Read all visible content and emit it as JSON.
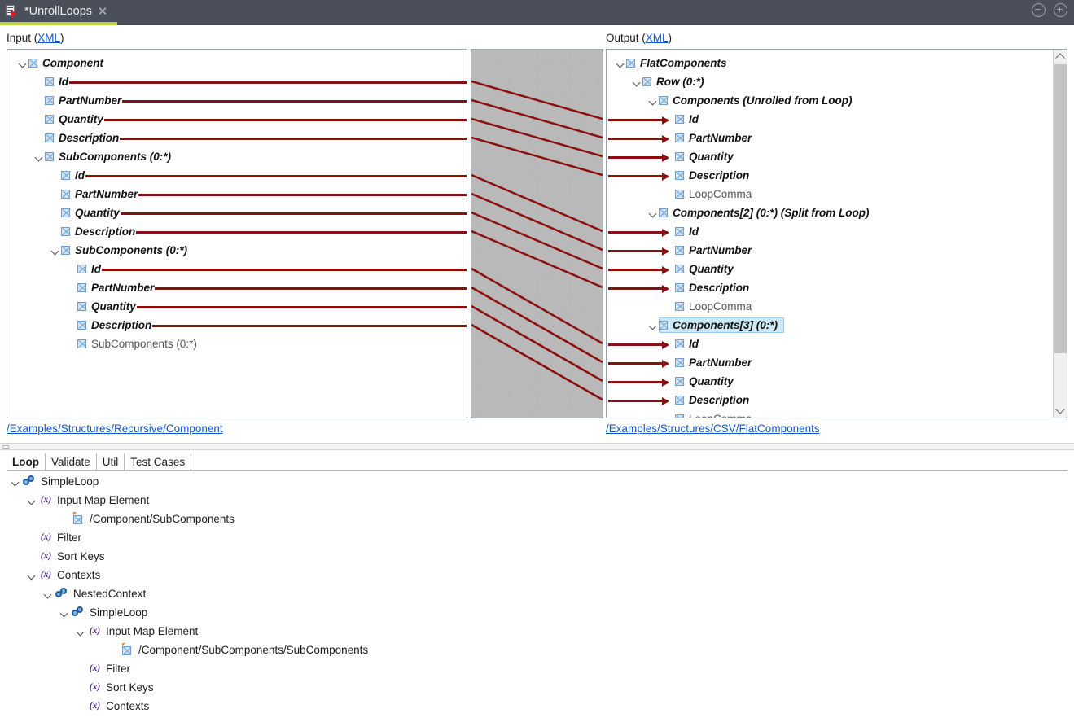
{
  "window": {
    "tab_title": "*UnrollLoops",
    "tab_icon": "mapping-document-icon",
    "close_icon": "close-icon",
    "minimize_icon": "minimize-circle-icon",
    "maximize_icon": "maximize-circle-icon",
    "accent_color": "#b6d335",
    "titlebar_color": "#4a4f5a"
  },
  "input_panel": {
    "caption_text": "Input (",
    "caption_link": "XML",
    "caption_close": ")",
    "path": "/Examples/Structures/Recursive/Component",
    "tree": [
      {
        "label": "Component",
        "depth": 0,
        "chevron": true,
        "style": "bi",
        "line": false
      },
      {
        "label": "Id",
        "depth": 1,
        "chevron": false,
        "style": "bi",
        "line": true
      },
      {
        "label": "PartNumber",
        "depth": 1,
        "chevron": false,
        "style": "bi",
        "line": true
      },
      {
        "label": "Quantity",
        "depth": 1,
        "chevron": false,
        "style": "bi",
        "line": true
      },
      {
        "label": "Description",
        "depth": 1,
        "chevron": false,
        "style": "bi",
        "line": true
      },
      {
        "label": "SubComponents (0:*)",
        "depth": 1,
        "chevron": true,
        "style": "bi",
        "line": false
      },
      {
        "label": "Id",
        "depth": 2,
        "chevron": false,
        "style": "bi",
        "line": true
      },
      {
        "label": "PartNumber",
        "depth": 2,
        "chevron": false,
        "style": "bi",
        "line": true
      },
      {
        "label": "Quantity",
        "depth": 2,
        "chevron": false,
        "style": "bi",
        "line": true
      },
      {
        "label": "Description",
        "depth": 2,
        "chevron": false,
        "style": "bi",
        "line": true
      },
      {
        "label": "SubComponents (0:*)",
        "depth": 2,
        "chevron": true,
        "style": "bi",
        "line": false
      },
      {
        "label": "Id",
        "depth": 3,
        "chevron": false,
        "style": "bi",
        "line": true
      },
      {
        "label": "PartNumber",
        "depth": 3,
        "chevron": false,
        "style": "bi",
        "line": true
      },
      {
        "label": "Quantity",
        "depth": 3,
        "chevron": false,
        "style": "bi",
        "line": true
      },
      {
        "label": "Description",
        "depth": 3,
        "chevron": false,
        "style": "bi",
        "line": true
      },
      {
        "label": "SubComponents (0:*)",
        "depth": 3,
        "chevron": false,
        "style": "norm",
        "line": false
      }
    ]
  },
  "output_panel": {
    "caption_text": "Output (",
    "caption_link": "XML",
    "caption_close": ")",
    "path": "/Examples/Structures/CSV/FlatComponents",
    "tree": [
      {
        "label": "FlatComponents",
        "depth": 0,
        "chevron": true,
        "style": "bi",
        "arrow": false,
        "selected": false
      },
      {
        "label": "Row (0:*)",
        "depth": 1,
        "chevron": true,
        "style": "bi",
        "arrow": false,
        "selected": false
      },
      {
        "label": "Components (Unrolled from Loop)",
        "depth": 2,
        "chevron": true,
        "style": "bi",
        "arrow": false,
        "selected": false
      },
      {
        "label": "Id",
        "depth": 3,
        "chevron": false,
        "style": "bi",
        "arrow": true,
        "selected": false
      },
      {
        "label": "PartNumber",
        "depth": 3,
        "chevron": false,
        "style": "bi",
        "arrow": true,
        "selected": false
      },
      {
        "label": "Quantity",
        "depth": 3,
        "chevron": false,
        "style": "bi",
        "arrow": true,
        "selected": false
      },
      {
        "label": "Description",
        "depth": 3,
        "chevron": false,
        "style": "bi",
        "arrow": true,
        "selected": false
      },
      {
        "label": "LoopComma",
        "depth": 3,
        "chevron": false,
        "style": "norm",
        "arrow": false,
        "selected": false
      },
      {
        "label": "Components[2] (0:*) (Split from Loop)",
        "depth": 2,
        "chevron": true,
        "style": "bi",
        "arrow": false,
        "selected": false
      },
      {
        "label": "Id",
        "depth": 3,
        "chevron": false,
        "style": "bi",
        "arrow": true,
        "selected": false
      },
      {
        "label": "PartNumber",
        "depth": 3,
        "chevron": false,
        "style": "bi",
        "arrow": true,
        "selected": false
      },
      {
        "label": "Quantity",
        "depth": 3,
        "chevron": false,
        "style": "bi",
        "arrow": true,
        "selected": false
      },
      {
        "label": "Description",
        "depth": 3,
        "chevron": false,
        "style": "bi",
        "arrow": true,
        "selected": false
      },
      {
        "label": "LoopComma",
        "depth": 3,
        "chevron": false,
        "style": "norm",
        "arrow": false,
        "selected": false
      },
      {
        "label": "Components[3] (0:*)",
        "depth": 2,
        "chevron": true,
        "style": "bi",
        "arrow": false,
        "selected": true
      },
      {
        "label": "Id",
        "depth": 3,
        "chevron": false,
        "style": "bi",
        "arrow": true,
        "selected": false
      },
      {
        "label": "PartNumber",
        "depth": 3,
        "chevron": false,
        "style": "bi",
        "arrow": true,
        "selected": false
      },
      {
        "label": "Quantity",
        "depth": 3,
        "chevron": false,
        "style": "bi",
        "arrow": true,
        "selected": false
      },
      {
        "label": "Description",
        "depth": 3,
        "chevron": false,
        "style": "bi",
        "arrow": true,
        "selected": false
      },
      {
        "label": "LoopComma",
        "depth": 3,
        "chevron": false,
        "style": "norm",
        "arrow": false,
        "selected": false
      }
    ],
    "scroll": {
      "up_icon": "chevron-up-icon",
      "down_icon": "chevron-down-icon"
    }
  },
  "map_panel": {
    "name": "mapping-canvas",
    "line_color": "#8b0f0f",
    "grid_color": "#bcbcbc",
    "connections": [
      {
        "from_row": 1,
        "to_row": 3
      },
      {
        "from_row": 2,
        "to_row": 4
      },
      {
        "from_row": 3,
        "to_row": 5
      },
      {
        "from_row": 4,
        "to_row": 6
      },
      {
        "from_row": 6,
        "to_row": 9
      },
      {
        "from_row": 7,
        "to_row": 10
      },
      {
        "from_row": 8,
        "to_row": 11
      },
      {
        "from_row": 9,
        "to_row": 12
      },
      {
        "from_row": 11,
        "to_row": 15
      },
      {
        "from_row": 12,
        "to_row": 16
      },
      {
        "from_row": 13,
        "to_row": 17
      },
      {
        "from_row": 14,
        "to_row": 18
      }
    ]
  },
  "bottom_panel": {
    "tabs": [
      {
        "label": "Loop",
        "active": true
      },
      {
        "label": "Validate",
        "active": false
      },
      {
        "label": "Util",
        "active": false
      },
      {
        "label": "Test Cases",
        "active": false
      }
    ],
    "tree": [
      {
        "label": "SimpleLoop",
        "depth": 0,
        "chevron": true,
        "icon": "loop-icon"
      },
      {
        "label": "Input Map Element",
        "depth": 1,
        "chevron": true,
        "icon": "variable-icon"
      },
      {
        "label": "/Component/SubComponents",
        "depth": 3,
        "chevron": false,
        "icon": "node-path-icon"
      },
      {
        "label": "Filter",
        "depth": 1,
        "chevron": false,
        "icon": "variable-icon"
      },
      {
        "label": "Sort Keys",
        "depth": 1,
        "chevron": false,
        "icon": "variable-icon"
      },
      {
        "label": "Contexts",
        "depth": 1,
        "chevron": true,
        "icon": "variable-icon"
      },
      {
        "label": "NestedContext",
        "depth": 2,
        "chevron": true,
        "icon": "loop-icon"
      },
      {
        "label": "SimpleLoop",
        "depth": 3,
        "chevron": true,
        "icon": "loop-icon"
      },
      {
        "label": "Input Map Element",
        "depth": 4,
        "chevron": true,
        "icon": "variable-icon"
      },
      {
        "label": "/Component/SubComponents/SubComponents",
        "depth": 6,
        "chevron": false,
        "icon": "node-path-icon"
      },
      {
        "label": "Filter",
        "depth": 4,
        "chevron": false,
        "icon": "variable-icon"
      },
      {
        "label": "Sort Keys",
        "depth": 4,
        "chevron": false,
        "icon": "variable-icon"
      },
      {
        "label": "Contexts",
        "depth": 4,
        "chevron": false,
        "icon": "variable-icon"
      }
    ]
  }
}
